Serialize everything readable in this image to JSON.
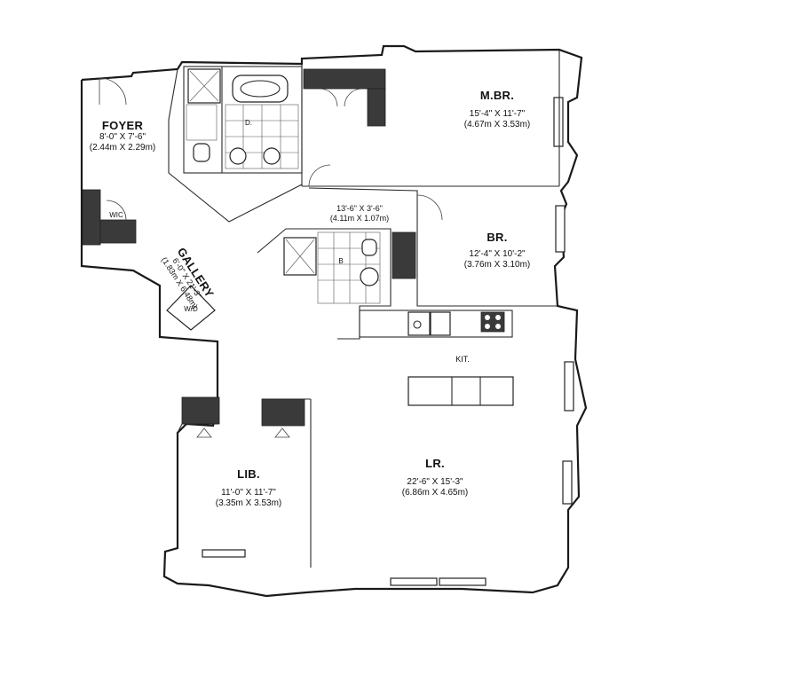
{
  "plan": {
    "rooms": {
      "foyer": {
        "name": "FOYER",
        "dim_ft": "8'-0\" X 7'-6\"",
        "dim_m": "(2.44m X 2.29m)"
      },
      "mbr": {
        "name": "M.BR.",
        "dim_ft": "15'-4\" X 11'-7\"",
        "dim_m": "(4.67m X 3.53m)"
      },
      "hall": {
        "dim_ft": "13'-6\" X 3'-6\"",
        "dim_m": "(4.11m X 1.07m)"
      },
      "br": {
        "name": "BR.",
        "dim_ft": "12'-4\" X 10'-2\"",
        "dim_m": "(3.76m X 3.10m)"
      },
      "gallery": {
        "name": "GALLERY",
        "dim_ft": "6'-0\" X 21'-3\"",
        "dim_m": "(1.83m X 6.48m)"
      },
      "kit": {
        "name": "KIT."
      },
      "lib": {
        "name": "LIB.",
        "dim_ft": "11'-0\" X 11'-7\"",
        "dim_m": "(3.35m X 3.53m)"
      },
      "lr": {
        "name": "LR.",
        "dim_ft": "22'-6\" X 15'-3\"",
        "dim_m": "(6.86m X 4.65m)"
      }
    },
    "marks": {
      "wic": "WIC",
      "wd": "W/D",
      "bath_d": "D.",
      "bath_b": "B"
    }
  }
}
